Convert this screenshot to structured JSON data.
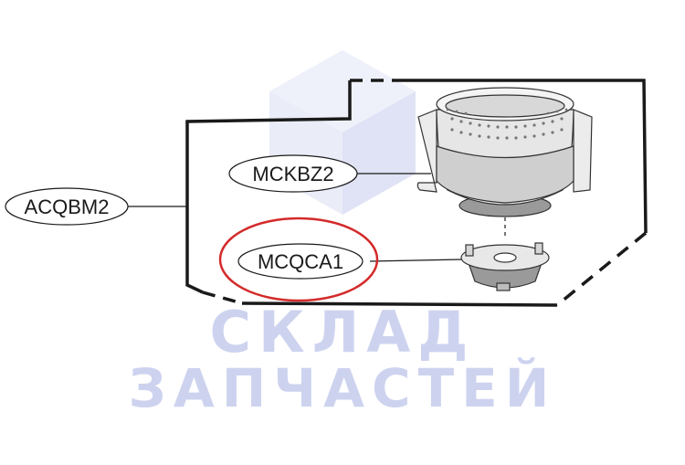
{
  "callouts": {
    "assembly": "ACQBM2",
    "basket": "MCKBZ2",
    "base": "MCQCA1"
  },
  "highlight": {
    "target": "MCQCA1",
    "color": "#d42a2a"
  },
  "watermark": {
    "line1": "СКЛАД",
    "line2": "ЗАПЧАСТЕЙ",
    "color": "#cdd3ef",
    "logo_icon": "hexagon-logo-icon"
  },
  "colors": {
    "line": "#1a1a1a",
    "part_fill": "#d6d6d6",
    "part_dark": "#9a9a9a"
  }
}
